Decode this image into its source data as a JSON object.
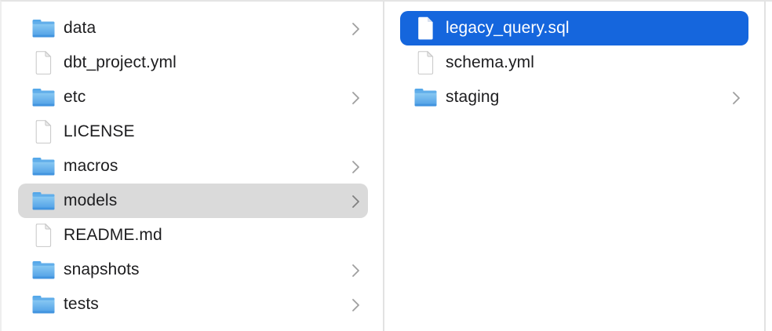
{
  "app": {
    "view": "file-browser-column-view"
  },
  "colors": {
    "selection_blue": "#1566dd",
    "selection_gray": "#dadada",
    "text": "#1d1d1f",
    "text_selected": "#ffffff",
    "divider": "#e2e2e2",
    "chevron": "#9f9f9f",
    "folder_top": "#93d0f5",
    "folder_bottom": "#4c9de5"
  },
  "columns": [
    {
      "name": "left",
      "items": [
        {
          "label": "data",
          "type": "folder",
          "icon": "folder-icon",
          "has_chevron": true,
          "selected": "none"
        },
        {
          "label": "dbt_project.yml",
          "type": "file",
          "icon": "file-icon",
          "has_chevron": false,
          "selected": "none"
        },
        {
          "label": "etc",
          "type": "folder",
          "icon": "folder-icon",
          "has_chevron": true,
          "selected": "none"
        },
        {
          "label": "LICENSE",
          "type": "file",
          "icon": "file-icon",
          "has_chevron": false,
          "selected": "none"
        },
        {
          "label": "macros",
          "type": "folder",
          "icon": "folder-icon",
          "has_chevron": true,
          "selected": "none"
        },
        {
          "label": "models",
          "type": "folder",
          "icon": "folder-icon",
          "has_chevron": true,
          "selected": "gray"
        },
        {
          "label": "README.md",
          "type": "file",
          "icon": "file-icon",
          "has_chevron": false,
          "selected": "none"
        },
        {
          "label": "snapshots",
          "type": "folder",
          "icon": "folder-icon",
          "has_chevron": true,
          "selected": "none"
        },
        {
          "label": "tests",
          "type": "folder",
          "icon": "folder-icon",
          "has_chevron": true,
          "selected": "none"
        }
      ]
    },
    {
      "name": "right",
      "items": [
        {
          "label": "legacy_query.sql",
          "type": "file",
          "icon": "file-icon",
          "has_chevron": false,
          "selected": "blue"
        },
        {
          "label": "schema.yml",
          "type": "file",
          "icon": "file-icon",
          "has_chevron": false,
          "selected": "none"
        },
        {
          "label": "staging",
          "type": "folder",
          "icon": "folder-icon",
          "has_chevron": true,
          "selected": "none"
        }
      ]
    }
  ]
}
